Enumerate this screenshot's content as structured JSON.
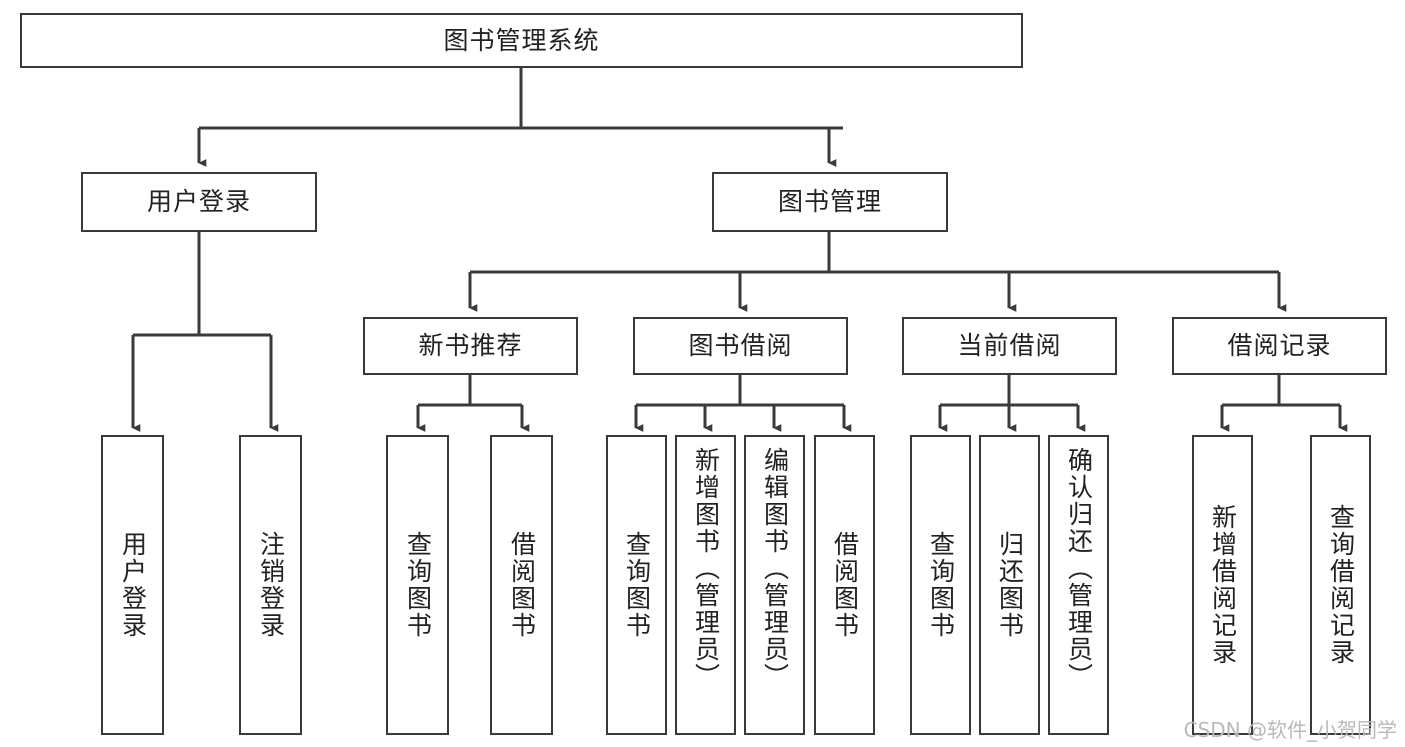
{
  "diagram": {
    "type": "tree-hierarchy",
    "orientation": "top-down",
    "title": "图书管理系统",
    "stroke_color": "#3a3a3a",
    "text_color": "#222222",
    "background_color": "#ffffff",
    "watermark": "CSDN @软件_小贺同学"
  },
  "nodes": {
    "root": {
      "label": "图书管理系统",
      "level": 1
    },
    "level2": [
      {
        "id": "user-login",
        "label": "用户登录"
      },
      {
        "id": "book-manage",
        "label": "图书管理"
      }
    ],
    "level3": [
      {
        "id": "new-book-recommend",
        "label": "新书推荐"
      },
      {
        "id": "book-borrow",
        "label": "图书借阅"
      },
      {
        "id": "current-borrow",
        "label": "当前借阅"
      },
      {
        "id": "borrow-record",
        "label": "借阅记录"
      }
    ],
    "leaves": {
      "user-login": [
        {
          "id": "leaf-user-login",
          "label": "用户登录"
        },
        {
          "id": "leaf-user-logout",
          "label": "注销登录"
        }
      ],
      "new-book-recommend": [
        {
          "id": "leaf-query-book-1",
          "label": "查询图书"
        },
        {
          "id": "leaf-borrow-book-1",
          "label": "借阅图书"
        }
      ],
      "book-borrow": [
        {
          "id": "leaf-query-book-2",
          "label": "查询图书"
        },
        {
          "id": "leaf-add-book",
          "label": "新增图书（管理员）"
        },
        {
          "id": "leaf-edit-book",
          "label": "编辑图书（管理员）"
        },
        {
          "id": "leaf-borrow-book-2",
          "label": "借阅图书"
        }
      ],
      "current-borrow": [
        {
          "id": "leaf-query-book-3",
          "label": "查询图书"
        },
        {
          "id": "leaf-return-book",
          "label": "归还图书"
        },
        {
          "id": "leaf-confirm-return",
          "label": "确认归还（管理员）"
        }
      ],
      "borrow-record": [
        {
          "id": "leaf-add-record",
          "label": "新增借阅记录"
        },
        {
          "id": "leaf-query-record",
          "label": "查询借阅记录"
        }
      ]
    }
  }
}
